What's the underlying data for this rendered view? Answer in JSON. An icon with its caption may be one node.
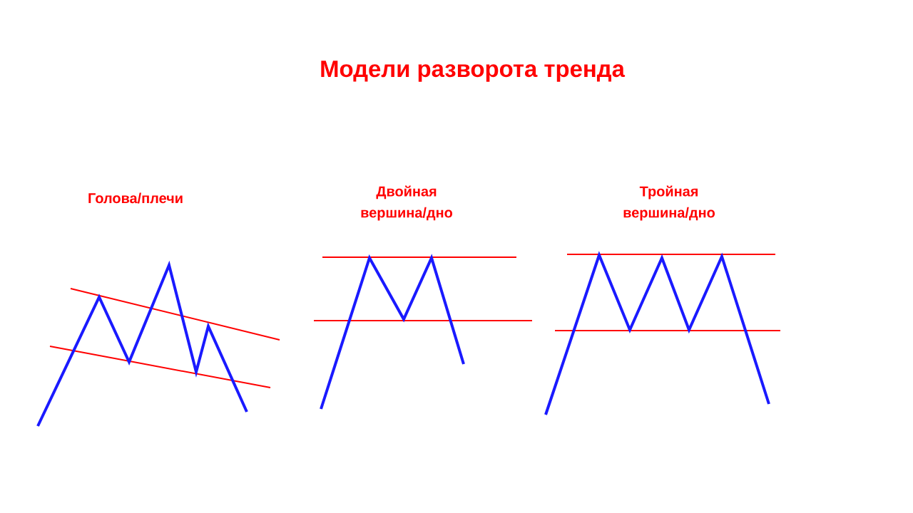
{
  "diagram": {
    "title": "Модели разворота тренда",
    "labels": [
      "Голова/плечи",
      "Двойная вершина/дно",
      "Тройная вершина/дно"
    ]
  }
}
